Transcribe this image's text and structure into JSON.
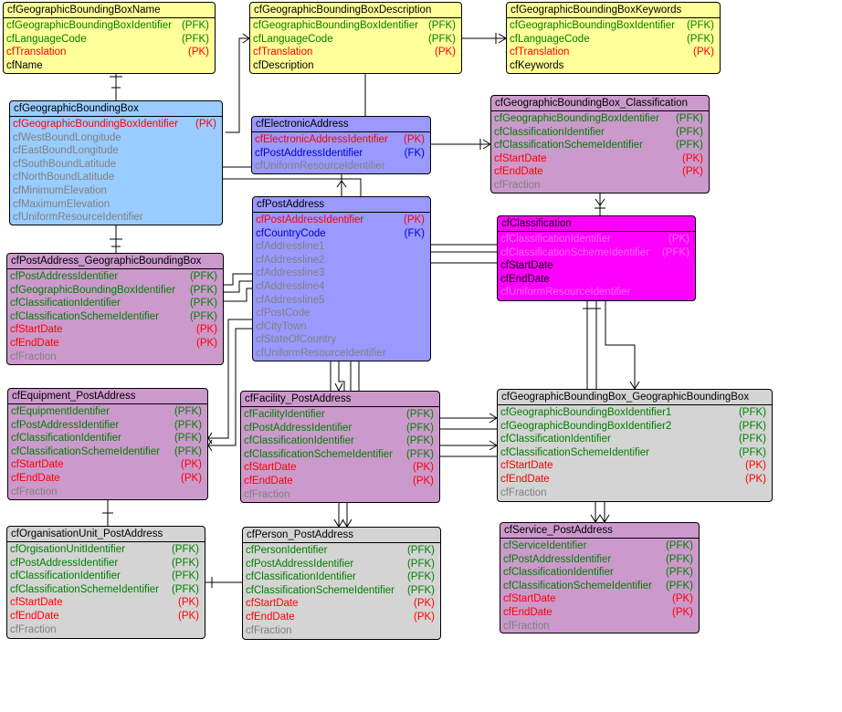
{
  "entities": [
    {
      "id": "e1",
      "title": "cfGeographicBoundingBoxName",
      "bg": "yellow",
      "rows": [
        {
          "name": "cfGeographicBoundingBoxIdentifier",
          "key": "(PFK)",
          "kind": "pfk"
        },
        {
          "name": "cfLanguageCode",
          "key": "(PFK)",
          "kind": "pfk"
        },
        {
          "name": "cfTranslation",
          "key": "(PK)",
          "kind": "pk"
        },
        {
          "name": "cfName",
          "key": "",
          "kind": "plain"
        }
      ]
    },
    {
      "id": "e2",
      "title": "cfGeographicBoundingBoxDescription",
      "bg": "yellow",
      "rows": [
        {
          "name": "cfGeographicBoundingBoxIdentifier",
          "key": "(PFK)",
          "kind": "pfk"
        },
        {
          "name": "cfLanguageCode",
          "key": "(PFK)",
          "kind": "pfk"
        },
        {
          "name": "cfTranslation",
          "key": "(PK)",
          "kind": "pk"
        },
        {
          "name": "cfDescription",
          "key": "",
          "kind": "plain"
        }
      ]
    },
    {
      "id": "e3",
      "title": "cfGeographicBoundingBoxKeywords",
      "bg": "yellow",
      "rows": [
        {
          "name": "cfGeographicBoundingBoxIdentifier",
          "key": "(PFK)",
          "kind": "pfk"
        },
        {
          "name": "cfLanguageCode",
          "key": "(PFK)",
          "kind": "pfk"
        },
        {
          "name": "cfTranslation",
          "key": "(PK)",
          "kind": "pk"
        },
        {
          "name": "cfKeywords",
          "key": "",
          "kind": "plain"
        }
      ]
    },
    {
      "id": "e4",
      "title": "cfGeographicBoundingBox",
      "bg": "blue",
      "rows": [
        {
          "name": "cfGeographicBoundingBoxIdentifier",
          "key": "(PK)",
          "kind": "pk"
        },
        {
          "name": "cfWestBoundLongitude",
          "key": "",
          "kind": "attr"
        },
        {
          "name": "cfEastBoundLongitude",
          "key": "",
          "kind": "attr"
        },
        {
          "name": "cfSouthBoundLatitude",
          "key": "",
          "kind": "attr"
        },
        {
          "name": "cfNorthBoundLatitude",
          "key": "",
          "kind": "attr"
        },
        {
          "name": "cfMinimumElevation",
          "key": "",
          "kind": "attr"
        },
        {
          "name": "cfMaximumElevation",
          "key": "",
          "kind": "attr"
        },
        {
          "name": "cfUniformResourceIdentifier",
          "key": "",
          "kind": "attr"
        }
      ]
    },
    {
      "id": "e5",
      "title": "cfElectronicAddress",
      "bg": "purple",
      "rows": [
        {
          "name": "cfElectronicAddressIdentifier",
          "key": "(PK)",
          "kind": "pk"
        },
        {
          "name": "cfPostAddressIdentifier",
          "key": "(FK)",
          "kind": "fk"
        },
        {
          "name": "cfUniformResourceIdentifier",
          "key": "",
          "kind": "attr"
        }
      ]
    },
    {
      "id": "e6",
      "title": "cfGeographicBoundingBox_Classification",
      "bg": "violet",
      "rows": [
        {
          "name": "cfGeographicBoundingBoxIdentifier",
          "key": "(PFK)",
          "kind": "pfk"
        },
        {
          "name": "cfClassificationIdentifier",
          "key": "(PFK)",
          "kind": "pfk"
        },
        {
          "name": "cfClassificationSchemeIdentifier",
          "key": "(PFK)",
          "kind": "pfk"
        },
        {
          "name": "cfStartDate",
          "key": "(PK)",
          "kind": "pk"
        },
        {
          "name": "cfEndDate",
          "key": "(PK)",
          "kind": "pk"
        },
        {
          "name": "cfFraction",
          "key": "",
          "kind": "attr"
        }
      ]
    },
    {
      "id": "e7",
      "title": "cfPostAddress",
      "bg": "purple",
      "rows": [
        {
          "name": "cfPostAddressIdentifier",
          "key": "(PK)",
          "kind": "pk"
        },
        {
          "name": "cfCountryCode",
          "key": "(FK)",
          "kind": "fk"
        },
        {
          "name": "cfAddressline1",
          "key": "",
          "kind": "attr"
        },
        {
          "name": "cfAddressline2",
          "key": "",
          "kind": "attr"
        },
        {
          "name": "cfAddressline3",
          "key": "",
          "kind": "attr"
        },
        {
          "name": "cfAddressline4",
          "key": "",
          "kind": "attr"
        },
        {
          "name": "cfAddressline5",
          "key": "",
          "kind": "attr"
        },
        {
          "name": "cfPostCode",
          "key": "",
          "kind": "attr"
        },
        {
          "name": "cfCityTown",
          "key": "",
          "kind": "attr"
        },
        {
          "name": "cfStateOfCountry",
          "key": "",
          "kind": "attr"
        },
        {
          "name": "cfUniformResourceIdentifier",
          "key": "",
          "kind": "attr"
        }
      ]
    },
    {
      "id": "e8",
      "title": "cfClassification",
      "bg": "magenta",
      "rows": [
        {
          "name": "cfClassificationIdentifier",
          "key": "(PK)",
          "kind": "pk"
        },
        {
          "name": "cfClassificationSchemeIdentifier",
          "key": "(PFK)",
          "kind": "pfk"
        },
        {
          "name": "cfStartDate",
          "key": "",
          "kind": "plain"
        },
        {
          "name": "cfEndDate",
          "key": "",
          "kind": "plain"
        },
        {
          "name": "cfUniformResourceIdentifier",
          "key": "",
          "kind": "attr"
        }
      ]
    },
    {
      "id": "e9",
      "title": "cfPostAddress_GeographicBoundingBox",
      "bg": "violet",
      "rows": [
        {
          "name": "cfPostAddressIdentifier",
          "key": "(PFK)",
          "kind": "pfk"
        },
        {
          "name": "cfGeographicBoundingBoxIdentifier",
          "key": "(PFK)",
          "kind": "pfk"
        },
        {
          "name": "cfClassificationIdentifier",
          "key": "(PFK)",
          "kind": "pfk"
        },
        {
          "name": "cfClassificationSchemeIdentifier",
          "key": "(PFK)",
          "kind": "pfk"
        },
        {
          "name": "cfStartDate",
          "key": "(PK)",
          "kind": "pk"
        },
        {
          "name": "cfEndDate",
          "key": "(PK)",
          "kind": "pk"
        },
        {
          "name": "cfFraction",
          "key": "",
          "kind": "attr"
        }
      ]
    },
    {
      "id": "e10",
      "title": "cfEquipment_PostAddress",
      "bg": "violet",
      "rows": [
        {
          "name": "cfEquipmentIdentifier",
          "key": "(PFK)",
          "kind": "pfk"
        },
        {
          "name": "cfPostAddressIdentifier",
          "key": "(PFK)",
          "kind": "pfk"
        },
        {
          "name": "cfClassificationIdentifier",
          "key": "(PFK)",
          "kind": "pfk"
        },
        {
          "name": "cfClassificationSchemeIdentifier",
          "key": "(PFK)",
          "kind": "pfk"
        },
        {
          "name": "cfStartDate",
          "key": "(PK)",
          "kind": "pk"
        },
        {
          "name": "cfEndDate",
          "key": "(PK)",
          "kind": "pk"
        },
        {
          "name": "cfFraction",
          "key": "",
          "kind": "attr"
        }
      ]
    },
    {
      "id": "e11",
      "title": "cfFacility_PostAddress",
      "bg": "violet",
      "rows": [
        {
          "name": "cfFacilityIdentifier",
          "key": "(PFK)",
          "kind": "pfk"
        },
        {
          "name": "cfPostAddressIdentifier",
          "key": "(PFK)",
          "kind": "pfk"
        },
        {
          "name": "cfClassificationIdentifier",
          "key": "(PFK)",
          "kind": "pfk"
        },
        {
          "name": "cfClassificationSchemeIdentifier",
          "key": "(PFK)",
          "kind": "pfk"
        },
        {
          "name": "cfStartDate",
          "key": "(PK)",
          "kind": "pk"
        },
        {
          "name": "cfEndDate",
          "key": "(PK)",
          "kind": "pk"
        },
        {
          "name": "cfFraction",
          "key": "",
          "kind": "attr"
        }
      ]
    },
    {
      "id": "e12",
      "title": "cfGeographicBoundingBox_GeographicBoundingBox",
      "bg": "gray",
      "rows": [
        {
          "name": "cfGeographicBoundingBoxIdentifier1",
          "key": "(PFK)",
          "kind": "pfk"
        },
        {
          "name": "cfGeographicBoundingBoxIdentifier2",
          "key": "(PFK)",
          "kind": "pfk"
        },
        {
          "name": "cfClassificationIdentifier",
          "key": "(PFK)",
          "kind": "pfk"
        },
        {
          "name": "cfClassificationSchemeIdentifier",
          "key": "(PFK)",
          "kind": "pfk"
        },
        {
          "name": "cfStartDate",
          "key": "(PK)",
          "kind": "pk"
        },
        {
          "name": "cfEndDate",
          "key": "(PK)",
          "kind": "pk"
        },
        {
          "name": "cfFraction",
          "key": "",
          "kind": "attr"
        }
      ]
    },
    {
      "id": "e13",
      "title": "cfOrganisationUnit_PostAddress",
      "bg": "gray",
      "rows": [
        {
          "name": "cfOrgisationUnitIdentifier",
          "key": "(PFK)",
          "kind": "pfk"
        },
        {
          "name": "cfPostAddressIdentifier",
          "key": "(PFK)",
          "kind": "pfk"
        },
        {
          "name": "cfClassificationIdentifier",
          "key": "(PFK)",
          "kind": "pfk"
        },
        {
          "name": "cfClassificationSchemeIdentifier",
          "key": "(PFK)",
          "kind": "pfk"
        },
        {
          "name": "cfStartDate",
          "key": "(PK)",
          "kind": "pk"
        },
        {
          "name": "cfEndDate",
          "key": "(PK)",
          "kind": "pk"
        },
        {
          "name": "cfFraction",
          "key": "",
          "kind": "attr"
        }
      ]
    },
    {
      "id": "e14",
      "title": "cfPerson_PostAddress",
      "bg": "gray",
      "rows": [
        {
          "name": "cfPersonIdentifier",
          "key": "(PFK)",
          "kind": "pfk"
        },
        {
          "name": "cfPostAddressIdentifier",
          "key": "(PFK)",
          "kind": "pfk"
        },
        {
          "name": "cfClassificationIdentifier",
          "key": "(PFK)",
          "kind": "pfk"
        },
        {
          "name": "cfClassificationSchemeIdentifier",
          "key": "(PFK)",
          "kind": "pfk"
        },
        {
          "name": "cfStartDate",
          "key": "(PK)",
          "kind": "pk"
        },
        {
          "name": "cfEndDate",
          "key": "(PK)",
          "kind": "pk"
        },
        {
          "name": "cfFraction",
          "key": "",
          "kind": "attr"
        }
      ]
    },
    {
      "id": "e15",
      "title": "cfService_PostAddress",
      "bg": "violet",
      "rows": [
        {
          "name": "cfServiceIdentifier",
          "key": "(PFK)",
          "kind": "pfk"
        },
        {
          "name": "cfPostAddressIdentifier",
          "key": "(PFK)",
          "kind": "pfk"
        },
        {
          "name": "cfClassificationIdentifier",
          "key": "(PFK)",
          "kind": "pfk"
        },
        {
          "name": "cfClassificationSchemeIdentifier",
          "key": "(PFK)",
          "kind": "pfk"
        },
        {
          "name": "cfStartDate",
          "key": "(PK)",
          "kind": "pk"
        },
        {
          "name": "cfEndDate",
          "key": "(PK)",
          "kind": "pk"
        },
        {
          "name": "cfFraction",
          "key": "",
          "kind": "attr"
        }
      ]
    }
  ]
}
